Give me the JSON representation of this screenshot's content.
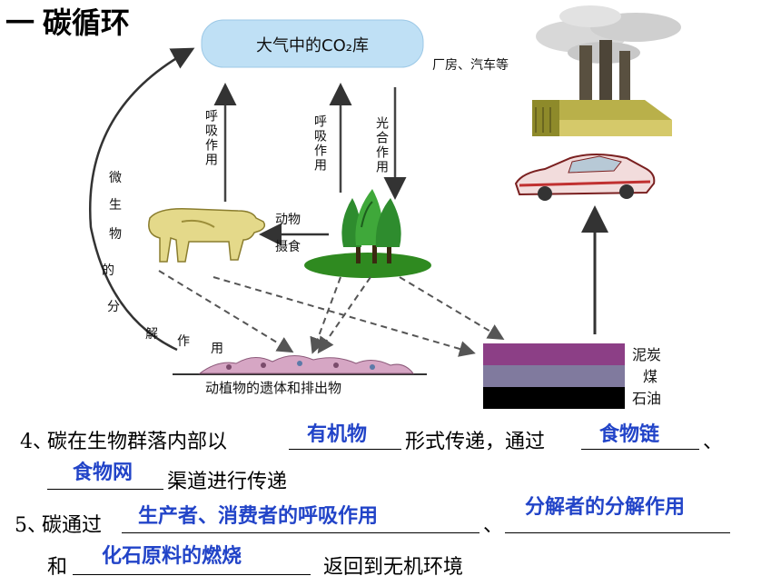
{
  "title": "一 碳循环",
  "diagram": {
    "atmosphere": "大气中的CO₂库",
    "factory_label": "厂房、汽车等",
    "respiration_left": "呼吸作用",
    "respiration_mid": "呼吸作用",
    "photosynthesis": "光合作用",
    "animal_intake": [
      "动物",
      "摄食"
    ],
    "microbe_decomposition": "微生物的分解作用",
    "remains_label": "动植物的遗体和排出物",
    "fossil_layers": [
      "泥炭",
      "煤",
      "石油"
    ],
    "icons": [
      "cow-icon",
      "trees-icon",
      "factory-icon",
      "car-icon"
    ],
    "colors": {
      "atmosphere": "#bfe0f5",
      "peat": "#8c3f86",
      "coal": "#807a9e",
      "oil": "#000000",
      "answer": "#2244c8"
    }
  },
  "questions": {
    "q4": {
      "number": "4、",
      "text1": "碳在生物群落内部以",
      "answer1": "有机物",
      "text2": "形式传递，通过",
      "answer2": "食物链",
      "sep": "、",
      "answer3": "食物网",
      "text3": "渠道进行传递"
    },
    "q5": {
      "number": "5、",
      "text1": "碳通过",
      "answer1": "生产者、消费者的呼吸作用",
      "sep": "、",
      "answer2": "分解者的分解作用",
      "and": "和",
      "answer3": "化石原料的燃烧",
      "text2": "返回到无机环境"
    }
  }
}
